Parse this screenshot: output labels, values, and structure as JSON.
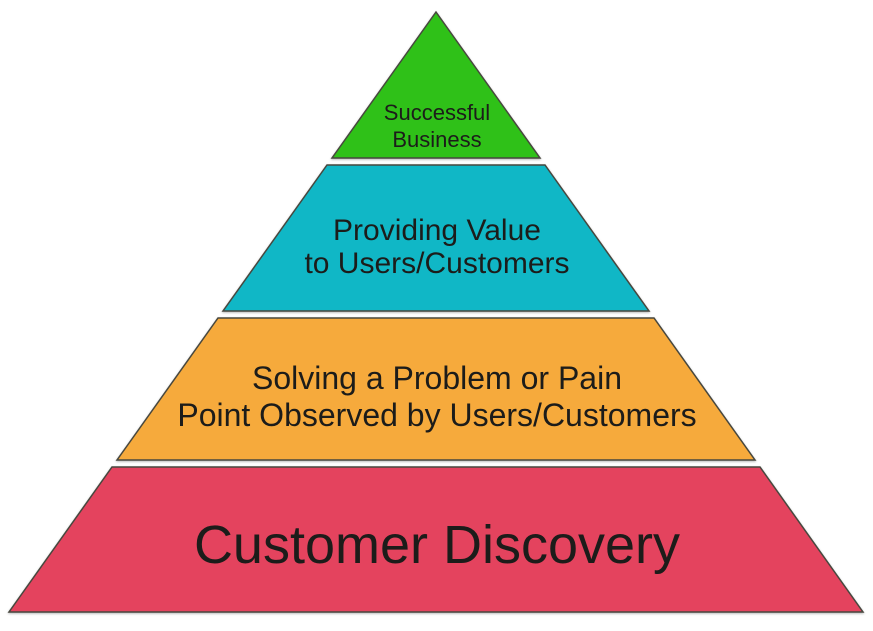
{
  "diagram": {
    "type": "pyramid",
    "background": "#ffffff",
    "outline_color": "#47473e",
    "text_color": "#1c1c1a",
    "levels": [
      {
        "name": "successful-business",
        "position": "top",
        "color": "#2fc118",
        "lines": [
          "Successful",
          "Business"
        ]
      },
      {
        "name": "providing-value",
        "position": "second",
        "color": "#10b7c6",
        "lines": [
          "Providing Value",
          "to Users/Customers"
        ]
      },
      {
        "name": "solving-problem",
        "position": "third",
        "color": "#f6aa3c",
        "lines": [
          "Solving a Problem or Pain",
          "Point Observed by Users/Customers"
        ]
      },
      {
        "name": "customer-discovery",
        "position": "bottom",
        "color": "#e4435e",
        "lines": [
          "Customer Discovery"
        ]
      }
    ]
  }
}
